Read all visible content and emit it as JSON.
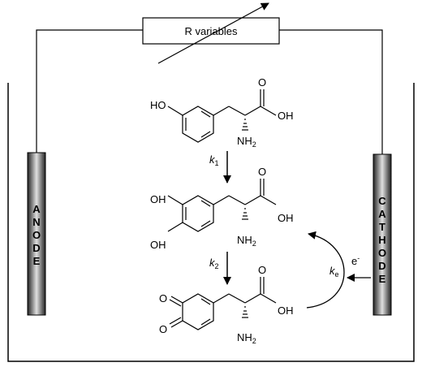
{
  "resistor": {
    "label": "R variables"
  },
  "anode": {
    "letters": [
      "A",
      "N",
      "O",
      "D",
      "E"
    ]
  },
  "cathode": {
    "letters": [
      "C",
      "A",
      "T",
      "H",
      "O",
      "D",
      "E"
    ]
  },
  "molecule_top": {
    "oh": "HO",
    "acid_oh": "OH",
    "acid_o": "O",
    "nh2": "NH",
    "nh2_sub": "2"
  },
  "step1": {
    "k": "k",
    "sub": "1"
  },
  "molecule_mid": {
    "oh1": "OH",
    "oh2": "OH",
    "acid_oh": "OH",
    "acid_o": "O",
    "nh2": "NH",
    "nh2_sub": "2"
  },
  "step2": {
    "k": "k",
    "sub": "2"
  },
  "molecule_bottom": {
    "o1": "O",
    "o2": "O",
    "acid_oh": "OH",
    "acid_o": "O",
    "nh2": "NH",
    "nh2_sub": "2"
  },
  "electrochem": {
    "electron": "e",
    "electron_sup": "-",
    "k": "k",
    "sub": "e"
  }
}
